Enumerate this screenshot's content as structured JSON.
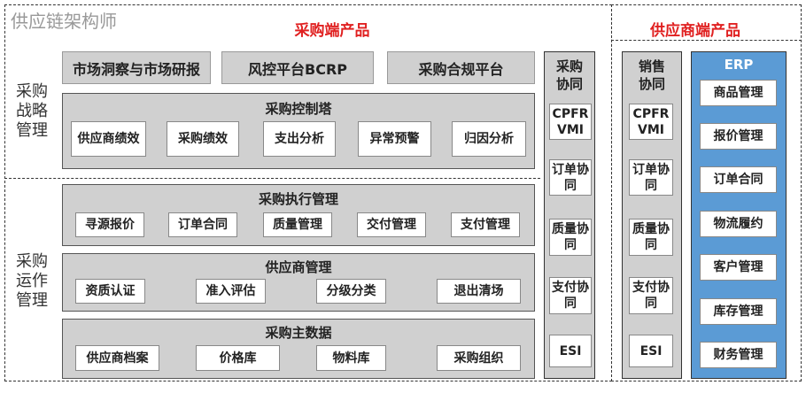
{
  "buyer_title": "采购端产品",
  "supplier_title": "供应商端产品",
  "side_labels": {
    "strategy": "采购战略管理",
    "operation": "采购运作管理"
  },
  "top_boxes": [
    "市场洞察与市场研报",
    "风控平台BCRP",
    "采购合规平台"
  ],
  "control_tower": {
    "title": "采购控制塔",
    "items": [
      "供应商绩效",
      "采购绩效",
      "支出分析",
      "异常预警",
      "归因分析"
    ]
  },
  "execution": {
    "title": "采购执行管理",
    "items": [
      "寻源报价",
      "订单合同",
      "质量管理",
      "交付管理",
      "支付管理"
    ]
  },
  "supplier_mgmt": {
    "title": "供应商管理",
    "items": [
      "资质认证",
      "准入评估",
      "分级分类",
      "退出清场"
    ]
  },
  "master_data": {
    "title": "采购主数据",
    "items": [
      "供应商档案",
      "价格库",
      "物料库",
      "采购组织"
    ]
  },
  "purchase_collab": {
    "title": "采购协同",
    "items": [
      "CPFR VMI",
      "订单协同",
      "质量协同",
      "支付协同",
      "ESI"
    ]
  },
  "sales_collab": {
    "title": "销售协同",
    "items": [
      "CPFR VMI",
      "订单协同",
      "质量协同",
      "支付协同",
      "ESI"
    ]
  },
  "erp": {
    "title": "ERP",
    "items": [
      "商品管理",
      "报价管理",
      "订单合同",
      "物流履约",
      "客户管理",
      "库存管理",
      "财务管理"
    ]
  },
  "watermark": "供应链架构师"
}
